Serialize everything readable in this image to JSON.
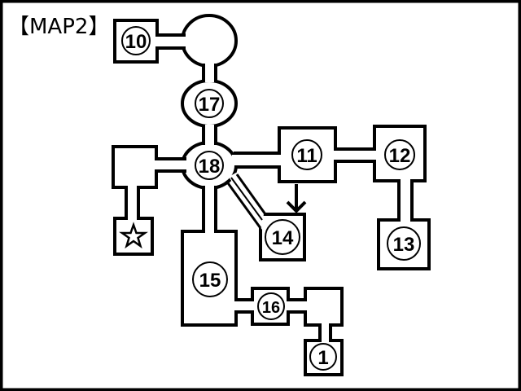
{
  "title": "【MAP2】",
  "rooms": {
    "r10": "10",
    "r17": "17",
    "r18": "18",
    "r11": "11",
    "r12": "12",
    "r13": "13",
    "r14": "14",
    "r15": "15",
    "r16": "16",
    "r1": "1"
  },
  "colors": {
    "line": "#000000",
    "background": "#ffffff"
  }
}
